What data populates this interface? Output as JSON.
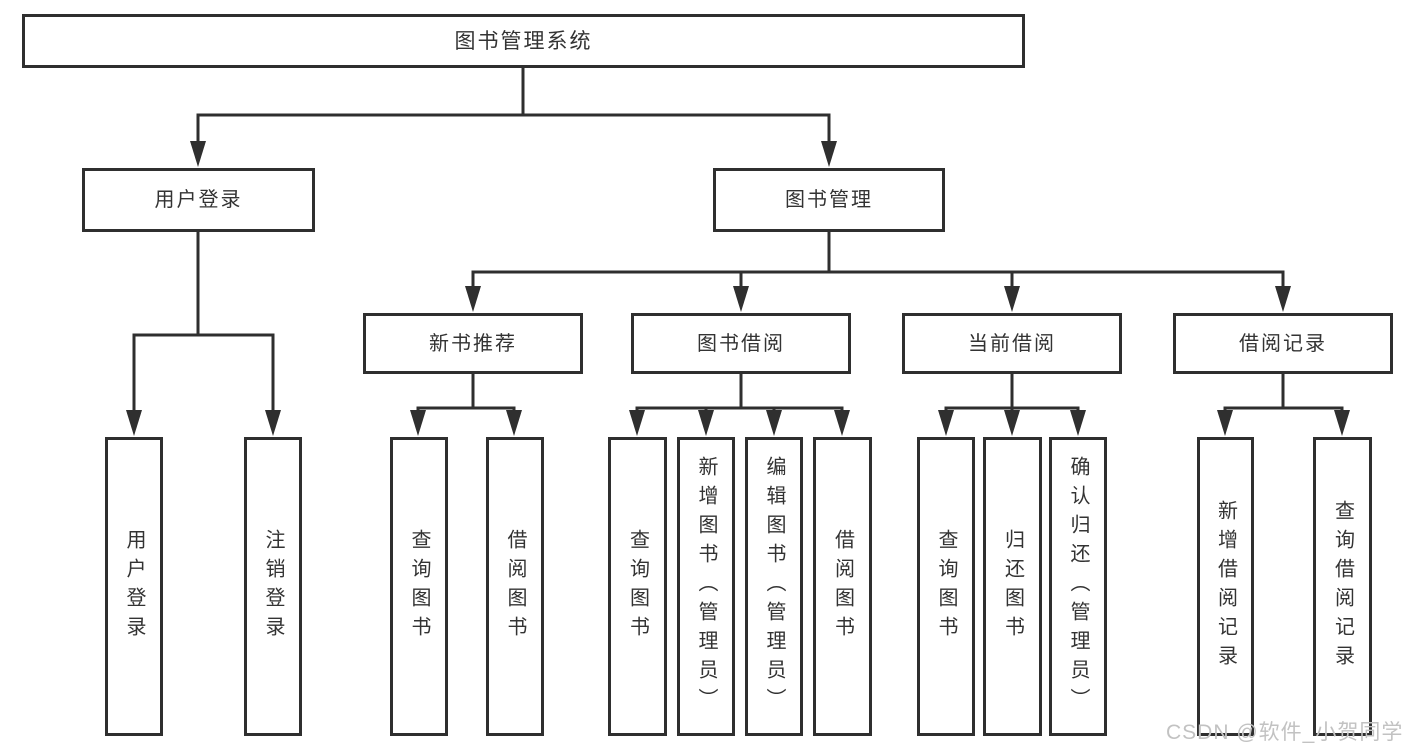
{
  "tree": {
    "root": {
      "label": "图书管理系统"
    },
    "branches": [
      {
        "label": "用户登录",
        "children": [
          {
            "label": "用户登录"
          },
          {
            "label": "注销登录"
          }
        ]
      },
      {
        "label": "图书管理",
        "children": [
          {
            "label": "新书推荐",
            "children": [
              {
                "label": "查询图书"
              },
              {
                "label": "借阅图书"
              }
            ]
          },
          {
            "label": "图书借阅",
            "children": [
              {
                "label": "查询图书"
              },
              {
                "label": "新增图书（管理员）"
              },
              {
                "label": "编辑图书（管理员）"
              },
              {
                "label": "借阅图书"
              }
            ]
          },
          {
            "label": "当前借阅",
            "children": [
              {
                "label": "查询图书"
              },
              {
                "label": "归还图书"
              },
              {
                "label": "确认归还（管理员）"
              }
            ]
          },
          {
            "label": "借阅记录",
            "children": [
              {
                "label": "新增借阅记录"
              },
              {
                "label": "查询借阅记录"
              }
            ]
          }
        ]
      }
    ]
  },
  "watermark": {
    "text": "CSDN @软件_小贺同学"
  },
  "colors": {
    "line": "#2f2f2f",
    "box_border": "#2f2f2f",
    "text": "#333333",
    "watermark": "#c2c2c2",
    "background": "#ffffff"
  }
}
